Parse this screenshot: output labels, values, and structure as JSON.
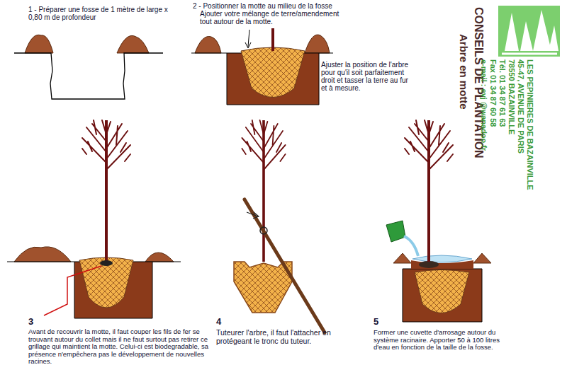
{
  "diagram": {
    "title": "CONSEILS DE PLANTATION",
    "labels": [
      "1 - Préparer une fosse de 1 mètre de large x 0,80 m de profondeur",
      "2 - Positionner la motte au milieu de la fosse",
      "Ajouter votre mélange de terre/amendement tout autour de la motte.",
      "Ajuster la position de l'arbre pour qu'il soit parfaitement droit et tasser la terre au fur et à mesure.",
      "Arbre en motte",
      "LES PEPINIERES DE BAZAINVILLE",
      "45-47, AVENUE DE PARIS",
      "78550 BAZAINVILLE",
      "Tél. 01 34 87 61 63",
      "Fax 01 34 87 60 58",
      "e-mail : evj @wanadoo.fr",
      "3",
      "Avant de recouvrir la motte, il faut couper les fils de fer se trouvant autour du collet mais il ne faut surtout pas retirer ce grillage qui maintient la motte. Celui-ci est biodegradable, sa présence n'empêchera pas le développement de nouvelles racines.",
      "4",
      "Tuteurer l'arbre, il faut l'attacher en protégeant le tronc du tuteur.",
      "5",
      "Former une cuvette d'arrosage autour du système racinaire. Apporter 50 à 100 litres d'eau en fonction de la taille de la fosse."
    ]
  }
}
